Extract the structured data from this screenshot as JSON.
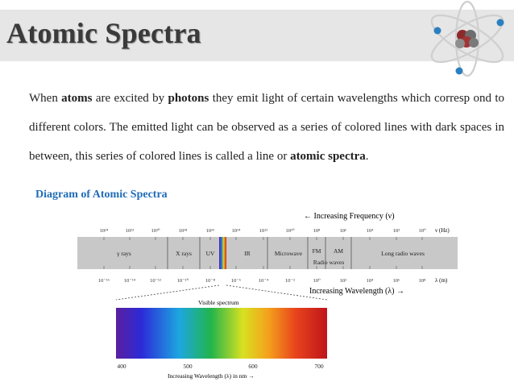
{
  "title": "Atomic Spectra",
  "paragraph": {
    "p1": "When ",
    "b1": "atoms",
    "p2": " are excited by ",
    "b2": "photons",
    "p3": " they emit light of certain wavelengths which corresp ond to different colors. The emitted light can be observed as a series of colored lines with dark spaces in between, this series of colored lines is called a line or ",
    "b3": "atomic spectra",
    "p4": "."
  },
  "subtitle": "Diagram of Atomic Spectra",
  "colors": {
    "title_band": "#e6e6e6",
    "subtitle": "#1f6bb8",
    "strip_gray": "#c8c8c8"
  },
  "diagram": {
    "frequency_label": "← Increasing Frequency (ν)",
    "frequency_ticks": [
      "10²⁴",
      "10²²",
      "10²⁰",
      "10¹⁸",
      "10¹⁶",
      "10¹⁴",
      "10¹²",
      "10¹⁰",
      "10⁸",
      "10⁶",
      "10⁴",
      "10²",
      "10⁰"
    ],
    "frequency_unit": "ν (Hz)",
    "regions": [
      "γ rays",
      "X rays",
      "UV",
      "IR",
      "Microwave",
      "FM",
      "AM",
      "Radio waves",
      "Long radio waves"
    ],
    "wavelength_ticks": [
      "10⁻¹⁶",
      "10⁻¹⁴",
      "10⁻¹²",
      "10⁻¹⁰",
      "10⁻⁸",
      "10⁻⁶",
      "10⁻⁴",
      "10⁻²",
      "10⁰",
      "10²",
      "10⁴",
      "10⁶",
      "10⁸"
    ],
    "wavelength_unit": "λ (m)",
    "wavelength_label": "Increasing Wavelength (λ) →",
    "visible_label": "Visible spectrum",
    "visible_ticks": [
      "400",
      "500",
      "600",
      "700"
    ],
    "visible_axis_label": "Increasing Wavelength (λ) in nm →"
  }
}
